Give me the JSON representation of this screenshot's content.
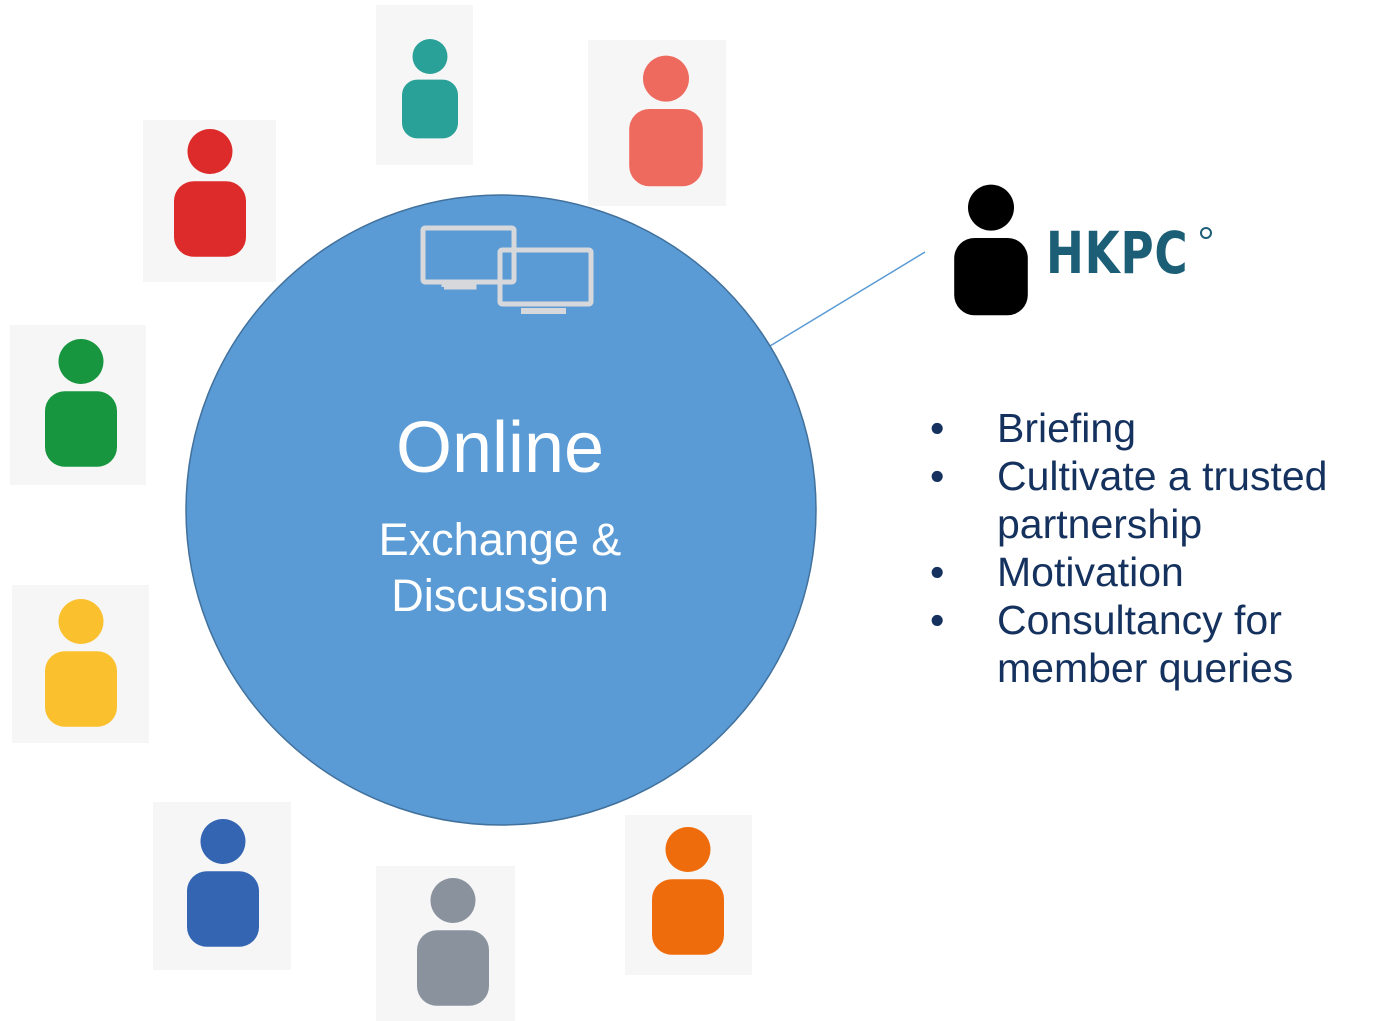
{
  "circle": {
    "title": "Online",
    "subtitle_lines": [
      "Exchange &",
      "Discussion"
    ]
  },
  "hkpc": {
    "logo_text": "HKPC",
    "roles": [
      "Briefing",
      "Cultivate a trusted partnership",
      "Motivation",
      "Consultancy for member queries"
    ]
  },
  "participants": [
    {
      "icon": "person-icon",
      "color": "#2aa198"
    },
    {
      "icon": "person-icon",
      "color": "#ee6a5f"
    },
    {
      "icon": "person-icon",
      "color": "#dd2a2a"
    },
    {
      "icon": "person-icon",
      "color": "#17963f"
    },
    {
      "icon": "person-icon",
      "color": "#fbc02d"
    },
    {
      "icon": "person-icon",
      "color": "#3465b3"
    },
    {
      "icon": "person-icon",
      "color": "#8a929e"
    },
    {
      "icon": "person-icon",
      "color": "#ef6c0c"
    }
  ],
  "colors": {
    "circle_fill": "#5b9bd5",
    "circle_stroke": "#41719c",
    "monitor_icon": "#d6d8db",
    "hkpc_logo_text": "#1b5e75",
    "hkpc_person": "#000000",
    "role_text": "#15325f",
    "connector_line": "#5b9bd5"
  }
}
